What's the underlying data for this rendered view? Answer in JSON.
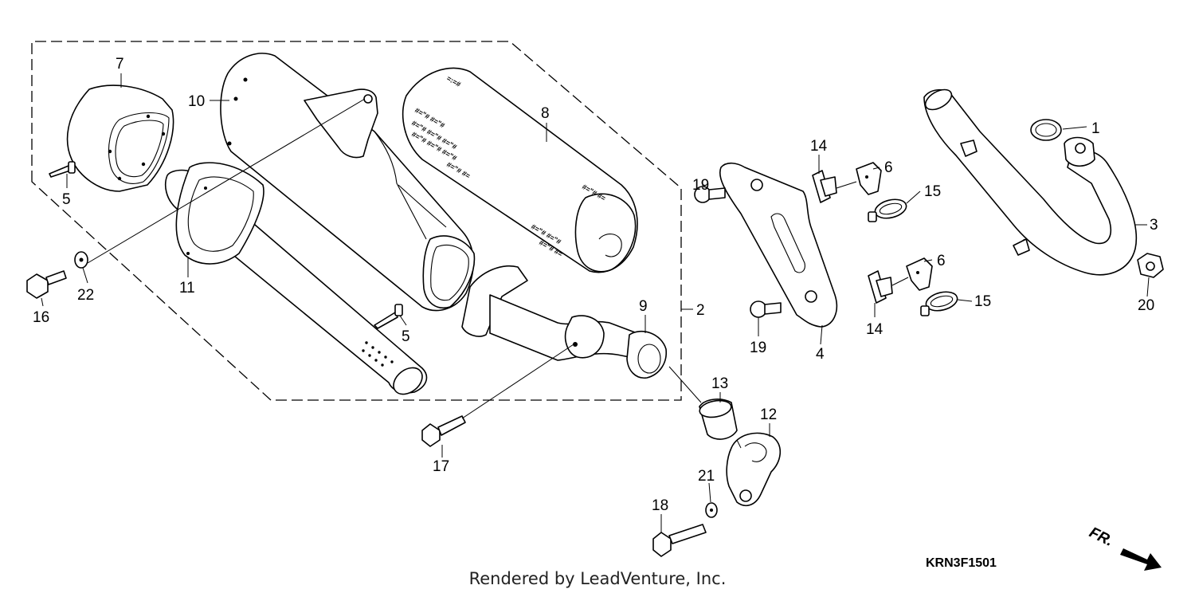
{
  "diagram_code": "KRN3F1501",
  "footer": "Rendered by LeadVenture, Inc.",
  "direction_label": "FR.",
  "callouts": [
    {
      "id": "c1",
      "text": "1"
    },
    {
      "id": "c2",
      "text": "2"
    },
    {
      "id": "c3",
      "text": "3"
    },
    {
      "id": "c4",
      "text": "4"
    },
    {
      "id": "c5a",
      "text": "5"
    },
    {
      "id": "c5b",
      "text": "5"
    },
    {
      "id": "c6a",
      "text": "6"
    },
    {
      "id": "c6b",
      "text": "6"
    },
    {
      "id": "c7",
      "text": "7"
    },
    {
      "id": "c8",
      "text": "8"
    },
    {
      "id": "c9",
      "text": "9"
    },
    {
      "id": "c10",
      "text": "10"
    },
    {
      "id": "c11",
      "text": "11"
    },
    {
      "id": "c12",
      "text": "12"
    },
    {
      "id": "c13",
      "text": "13"
    },
    {
      "id": "c14a",
      "text": "14"
    },
    {
      "id": "c14b",
      "text": "14"
    },
    {
      "id": "c15a",
      "text": "15"
    },
    {
      "id": "c15b",
      "text": "15"
    },
    {
      "id": "c16",
      "text": "16"
    },
    {
      "id": "c17",
      "text": "17"
    },
    {
      "id": "c18",
      "text": "18"
    },
    {
      "id": "c19a",
      "text": "19"
    },
    {
      "id": "c19b",
      "text": "19"
    },
    {
      "id": "c20",
      "text": "20"
    },
    {
      "id": "c21",
      "text": "21"
    },
    {
      "id": "c22",
      "text": "22"
    }
  ]
}
